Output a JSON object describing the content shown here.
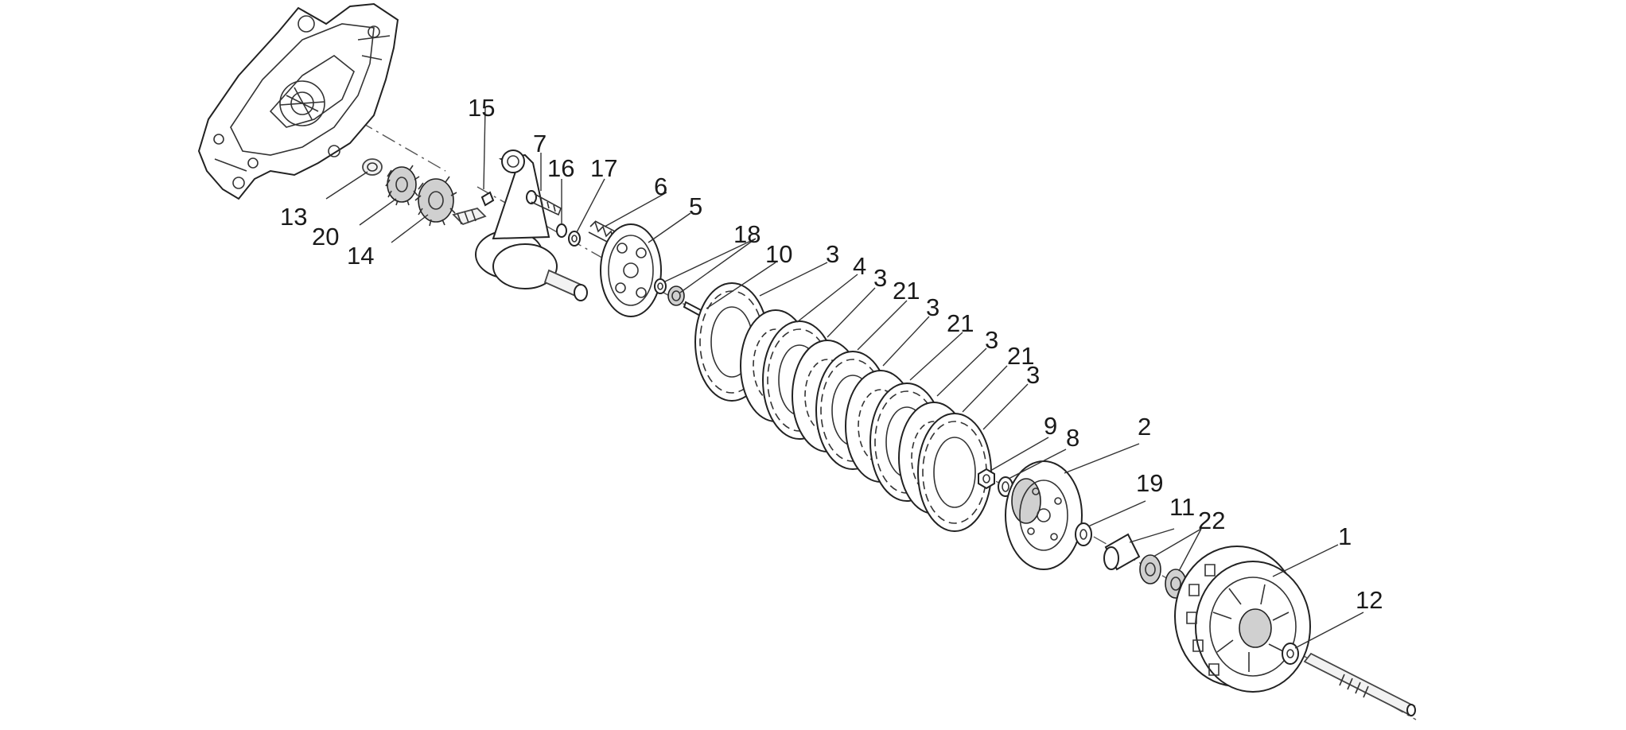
{
  "labels": {
    "p1": "1",
    "p2": "2",
    "p3a": "3",
    "p3b": "3",
    "p3c": "3",
    "p3d": "3",
    "p3e": "3",
    "p4": "4",
    "p5": "5",
    "p6": "6",
    "p7": "7",
    "p8": "8",
    "p9": "9",
    "p10": "10",
    "p11": "11",
    "p12": "12",
    "p13": "13",
    "p14": "14",
    "p15": "15",
    "p16": "16",
    "p17": "17",
    "p18": "18",
    "p19": "19",
    "p20": "20",
    "p21a": "21",
    "p21b": "21",
    "p21c": "21",
    "p22": "22"
  },
  "colors": {
    "line": "#222222",
    "fill": "#ffffff",
    "shade": "#d0d0d0"
  }
}
